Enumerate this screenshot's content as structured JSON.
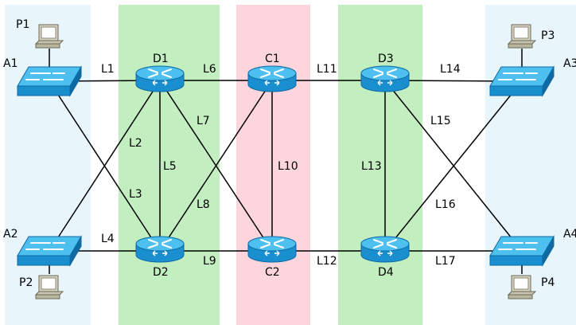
{
  "zones": [
    {
      "id": "access-left",
      "color": "#e8f6fc"
    },
    {
      "id": "dist-left",
      "color": "#c3efc0"
    },
    {
      "id": "core",
      "color": "#fdd5dc"
    },
    {
      "id": "dist-right",
      "color": "#c3efc0"
    },
    {
      "id": "access-right",
      "color": "#e8f6fc"
    }
  ],
  "routers": [
    {
      "id": "D1",
      "label": "D1"
    },
    {
      "id": "D2",
      "label": "D2"
    },
    {
      "id": "C1",
      "label": "C1"
    },
    {
      "id": "C2",
      "label": "C2"
    },
    {
      "id": "D3",
      "label": "D3"
    },
    {
      "id": "D4",
      "label": "D4"
    }
  ],
  "switches": [
    {
      "id": "A1",
      "label": "A1"
    },
    {
      "id": "A2",
      "label": "A2"
    },
    {
      "id": "A3",
      "label": "A3"
    },
    {
      "id": "A4",
      "label": "A4"
    }
  ],
  "pcs": [
    {
      "id": "P1",
      "label": "P1",
      "attached_to": "A1"
    },
    {
      "id": "P2",
      "label": "P2",
      "attached_to": "A2"
    },
    {
      "id": "P3",
      "label": "P3",
      "attached_to": "A3"
    },
    {
      "id": "P4",
      "label": "P4",
      "attached_to": "A4"
    }
  ],
  "links": [
    {
      "label": "L1",
      "from": "A1",
      "to": "D1"
    },
    {
      "label": "L2",
      "from": "A2",
      "to": "D1"
    },
    {
      "label": "L3",
      "from": "A1",
      "to": "D2"
    },
    {
      "label": "L4",
      "from": "A2",
      "to": "D2"
    },
    {
      "label": "L5",
      "from": "D1",
      "to": "D2"
    },
    {
      "label": "L6",
      "from": "D1",
      "to": "C1"
    },
    {
      "label": "L7",
      "from": "D1",
      "to": "C2"
    },
    {
      "label": "L8",
      "from": "D2",
      "to": "C1"
    },
    {
      "label": "L9",
      "from": "D2",
      "to": "C2"
    },
    {
      "label": "L10",
      "from": "C1",
      "to": "C2"
    },
    {
      "label": "L11",
      "from": "C1",
      "to": "D3"
    },
    {
      "label": "L12",
      "from": "C2",
      "to": "D4"
    },
    {
      "label": "L13",
      "from": "D3",
      "to": "D4"
    },
    {
      "label": "L14",
      "from": "D3",
      "to": "A3"
    },
    {
      "label": "L15",
      "from": "D3",
      "to": "A4"
    },
    {
      "label": "L16",
      "from": "D4",
      "to": "A3"
    },
    {
      "label": "L17",
      "from": "D4",
      "to": "A4"
    }
  ],
  "device_colors": {
    "body": "#1a8fd0",
    "body_dark": "#0e6aa3",
    "top": "#4ec0ef",
    "pc_body": "#d8d4c2",
    "pc_screen": "#ffffff"
  }
}
